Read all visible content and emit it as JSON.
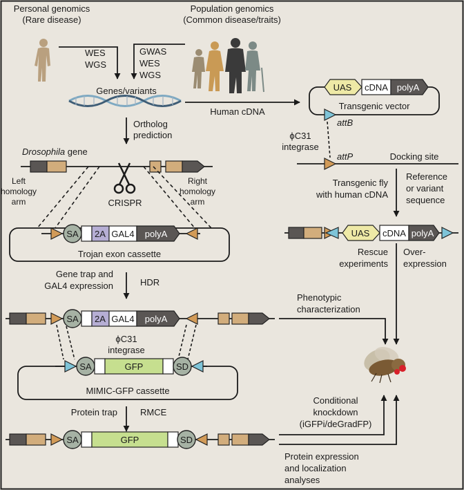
{
  "colors": {
    "background": "#eae6de",
    "border": "#222222",
    "dark_exon": "#5a5654",
    "tan_exon": "#d2ad7c",
    "uas": "#eee9a6",
    "twoA": "#b6aed4",
    "gfp": "#c6df8f",
    "circle": "#a6b2a4",
    "triangle_tan": "#d29b58",
    "triangle_blue": "#7ec4d8",
    "fly_eye": "#d8202a"
  },
  "top": {
    "personal_genomics": [
      "Personal genomics",
      "(Rare disease)"
    ],
    "population_genomics": [
      "Population genomics",
      "(Common disease/traits)"
    ],
    "wes_wgs_left": [
      "WES",
      "WGS"
    ],
    "gwas_wes_wgs": [
      "GWAS",
      "WES",
      "WGS"
    ],
    "genes_variants": "Genes/variants",
    "ortholog_prediction": [
      "Ortholog",
      "prediction"
    ],
    "human_cdna": "Human cDNA"
  },
  "left": {
    "drosophila": "Drosophila",
    "gene": " gene",
    "left_homology_arm": [
      "Left",
      "homology",
      "arm"
    ],
    "right_homology_arm": [
      "Right",
      "homology",
      "arm"
    ],
    "crispr": "CRISPR",
    "trojan_exon_cassette": "Trojan exon cassette",
    "gene_trap": [
      "Gene trap and",
      "GAL4 expression"
    ],
    "hdr": "HDR",
    "phic31_integrase": [
      "ϕC31",
      "integrase"
    ],
    "mimic_gfp_cassette": "MIMIC-GFP cassette",
    "protein_trap": "Protein trap",
    "rmce": "RMCE"
  },
  "cassette_labels": {
    "sa": "SA",
    "sd": "SD",
    "twoA": "2A",
    "gal4": "GAL4",
    "polya": "polyA",
    "gfp": "GFP",
    "uas": "UAS",
    "cdna": "cDNA"
  },
  "right": {
    "transgenic_vector": "Transgenic vector",
    "attb": "attB",
    "attp": "attP",
    "phic31_integrase": [
      "ϕC31",
      "integrase"
    ],
    "docking_site": "Docking site",
    "transgenic_fly": [
      "Transgenic fly",
      "with human cDNA"
    ],
    "reference_variant": [
      "Reference",
      "or variant",
      "sequence"
    ],
    "rescue_experiments": [
      "Rescue",
      "experiments"
    ],
    "overexpression": [
      "Over-",
      "expression"
    ],
    "phenotypic_characterization": [
      "Phenotypic",
      "characterization"
    ],
    "conditional_knockdown": [
      "Conditional",
      "knockdown",
      "(iGFPi/deGradFP)"
    ],
    "protein_expression": [
      "Protein expression",
      "and localization",
      "analyses"
    ]
  }
}
